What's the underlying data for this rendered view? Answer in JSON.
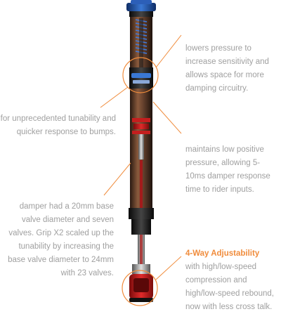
{
  "callouts": {
    "top_right": "lowers pressure to increase sensitivity and allows space for more damping circuitry.",
    "mid_left": "for unprecedented tunability and quicker response to bumps.",
    "mid_right": "maintains low positive pressure, allowing 5-10ms damper response time to rider inputs.",
    "lower_left": "damper had a 20mm base valve diameter and seven valves. Grip X2 scaled up the tunability by increasing the base valve diameter to 24mm with 23 valves.",
    "bottom_right_heading": "4-Way Adjustability",
    "bottom_right_body": "with high/low-speed compression and high/low-speed rebound, now with less cross talk."
  },
  "colors": {
    "accent": "#f08c3c",
    "text": "#a0a0a0",
    "tube": "#5a3a2a",
    "cap": "#1c4fa0"
  }
}
